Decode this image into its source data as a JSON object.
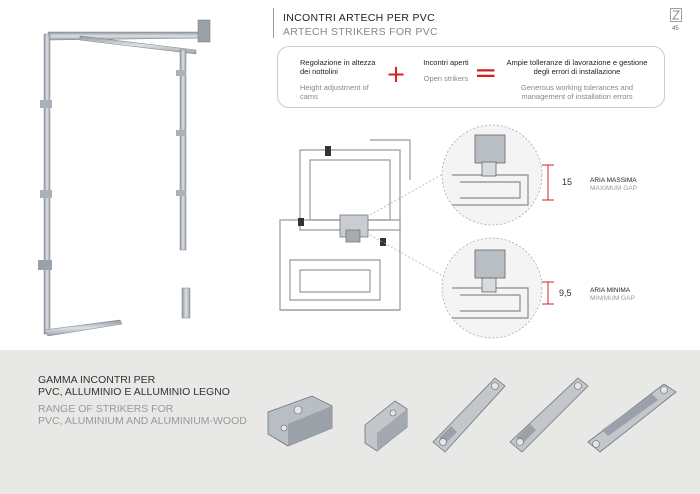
{
  "header": {
    "title_it": "INCONTRI ARTECH PER PVC",
    "title_en": "ARTECH STRIKERS FOR PVC",
    "page_number": "45"
  },
  "formula": {
    "term_1_it": "Regolazione in altezza dei nottolini",
    "term_1_en": "Height adjustment of cams",
    "term_2_it": "Incontri aperti",
    "term_2_en": "Open strikers",
    "term_3_it": "Ampie tolleranze di lavorazione e gestione degli errori di installazione",
    "term_3_en": "Generous working tolerances and management of installation errors",
    "plus": "+",
    "equals": "="
  },
  "gaps": {
    "max_value": "15",
    "max_label_it": "ARIA MASSIMA",
    "max_label_en": "MAXIMUM GAP",
    "min_value": "9,5",
    "min_label_it": "ARIA MINIMA",
    "min_label_en": "MINIMUM GAP"
  },
  "range": {
    "line1_it": "GAMMA INCONTRI PER",
    "line2_it": "PVC, ALLUMINIO E ALLUMINIO LEGNO",
    "line1_en": "RANGE OF STRIKERS FOR",
    "line2_en": "PVC, ALUMINIUM AND ALUMINIUM-WOOD"
  },
  "colors": {
    "accent_red": "#d42020",
    "band_gray": "#e8e8e6",
    "metal": "#b9bec4"
  }
}
